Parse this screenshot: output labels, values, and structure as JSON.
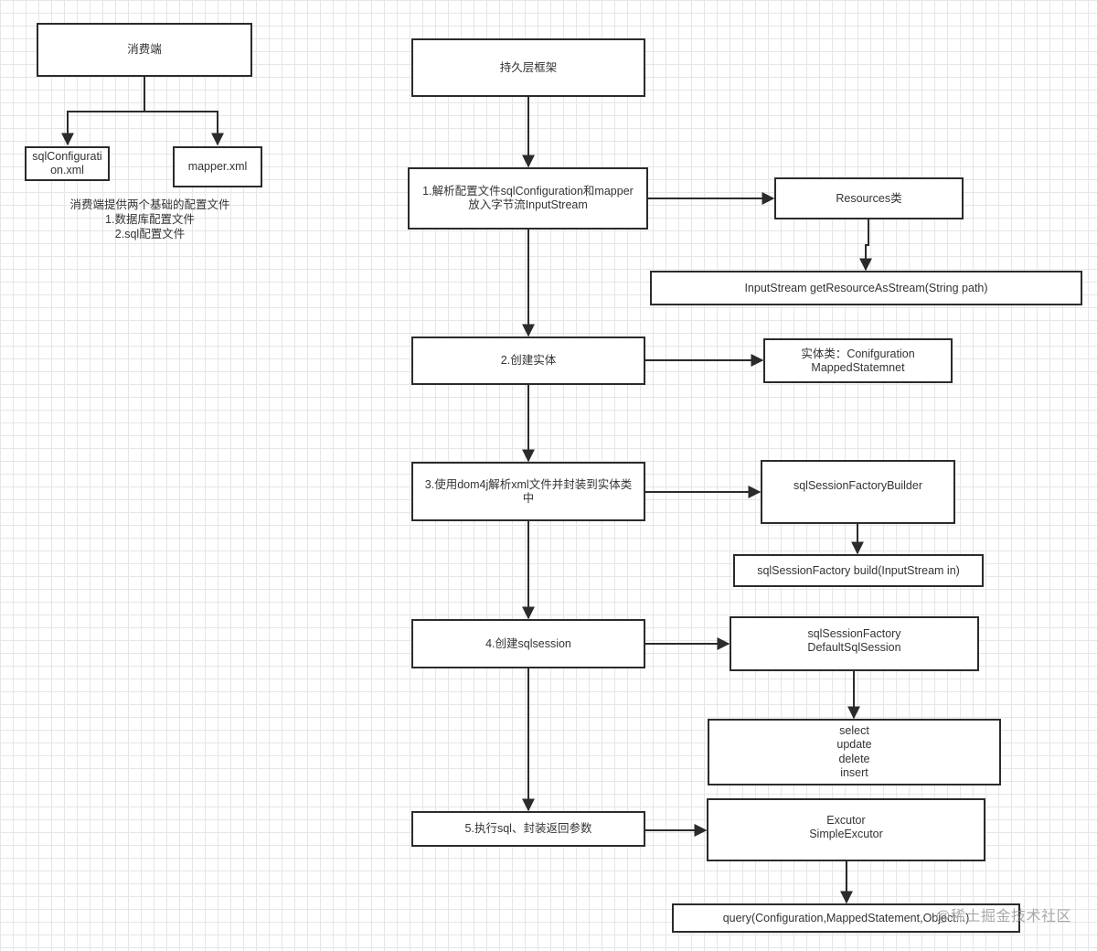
{
  "consumer": {
    "title": "消费端",
    "config_file": "sqlConfiguration.xml",
    "mapper_file": "mapper.xml",
    "note": [
      "消费端提供两个基础的配置文件",
      "1.数据库配置文件",
      "2.sql配置文件"
    ]
  },
  "framework": {
    "title": "持久层框架",
    "steps": [
      "1.解析配置文件sqlConfiguration和mapper\n放入字节流InputStream",
      "2.创建实体",
      "3.使用dom4j解析xml文件并封装到实体类\n中",
      "4.创建sqlsession",
      "5.执行sql、封装返回参数"
    ]
  },
  "details": {
    "resources": "Resources类",
    "input_stream": "InputStream getResourceAsStream(String path)",
    "entities": "实体类：Conifguration\nMappedStatemnet",
    "factory_builder": "sqlSessionFactoryBuilder",
    "factory_build": "sqlSessionFactory build(InputStream in)",
    "session": "sqlSessionFactory\nDefaultSqlSession",
    "crud": "select\nupdate\ndelete\ninsert",
    "executor": "Excutor\nSimpleExcutor",
    "query": "query(Configuration,MappedStatement,Object...)"
  },
  "watermark": "@稀土掘金技术社区"
}
